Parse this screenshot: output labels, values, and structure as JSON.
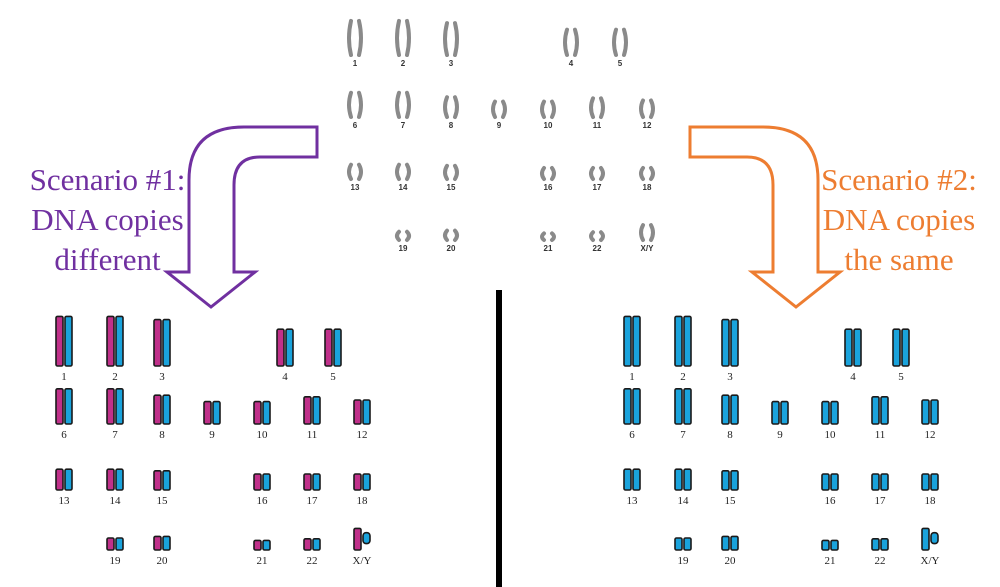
{
  "colors": {
    "scenario1": "#7030a0",
    "scenario2": "#ed7d31",
    "copy_a": "#c0308a",
    "copy_b": "#1aa3dc",
    "outline": "#1a1a1a",
    "karyotype_gray": "#8a8a8a",
    "divider": "#000000"
  },
  "scenario1": {
    "line1": "Scenario #1:",
    "line2": "DNA copies",
    "line3": "different"
  },
  "scenario2": {
    "line1": "Scenario #2:",
    "line2": "DNA copies",
    "line3": "the same"
  },
  "karyotype": {
    "labels": [
      "1",
      "2",
      "3",
      "4",
      "5",
      "6",
      "7",
      "8",
      "9",
      "10",
      "11",
      "12",
      "13",
      "14",
      "15",
      "16",
      "17",
      "18",
      "19",
      "20",
      "21",
      "22",
      "X/Y"
    ]
  },
  "pairs": [
    {
      "label": "1",
      "length": 3.1
    },
    {
      "label": "2",
      "length": 3.1
    },
    {
      "label": "3",
      "length": 2.9
    },
    {
      "label": "4",
      "length": 2.3
    },
    {
      "label": "5",
      "length": 2.3
    },
    {
      "label": "6",
      "length": 2.2
    },
    {
      "label": "7",
      "length": 2.2
    },
    {
      "label": "8",
      "length": 1.8
    },
    {
      "label": "9",
      "length": 1.4
    },
    {
      "label": "10",
      "length": 1.4
    },
    {
      "label": "11",
      "length": 1.7
    },
    {
      "label": "12",
      "length": 1.5
    },
    {
      "label": "13",
      "length": 1.3
    },
    {
      "label": "14",
      "length": 1.3
    },
    {
      "label": "15",
      "length": 1.2
    },
    {
      "label": "16",
      "length": 1.0
    },
    {
      "label": "17",
      "length": 1.0
    },
    {
      "label": "18",
      "length": 1.0
    },
    {
      "label": "19",
      "length": 0.75
    },
    {
      "label": "20",
      "length": 0.85
    },
    {
      "label": "21",
      "length": 0.6
    },
    {
      "label": "22",
      "length": 0.7
    },
    {
      "label": "X/Y",
      "length": 1.35,
      "sex": true
    }
  ]
}
